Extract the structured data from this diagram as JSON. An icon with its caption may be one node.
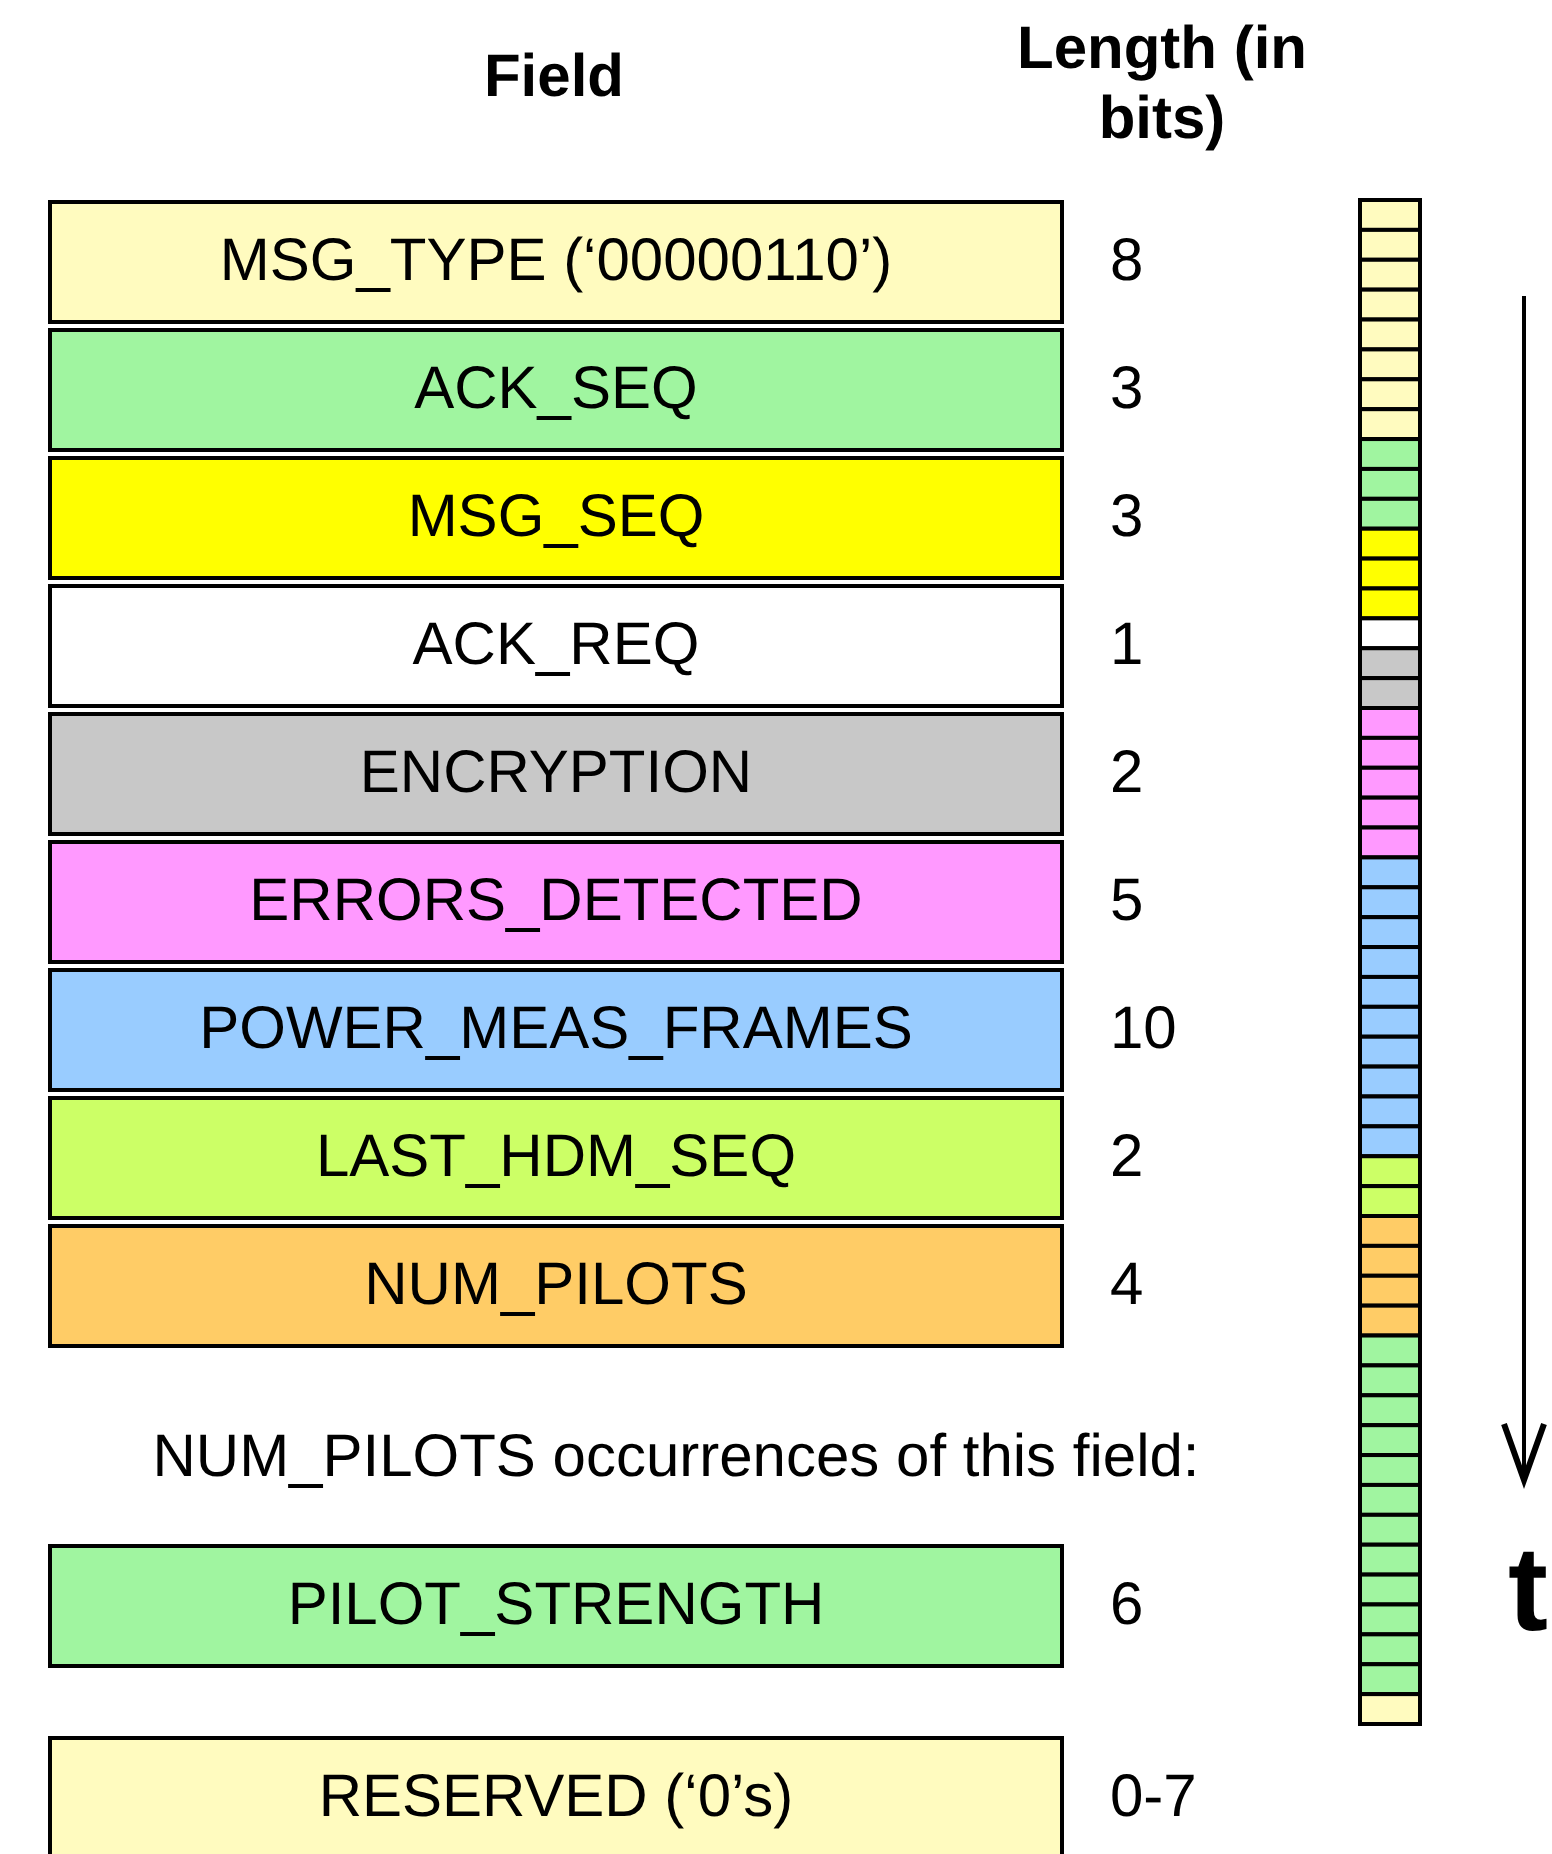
{
  "diagram": {
    "nodes": [
      {
        "text": [
          "MSG_TYPE (‘00000110’)"
        ],
        "beside": [
          "8"
        ]
      },
      {
        "text": [
          "ACK_SEQ"
        ],
        "beside": [
          "3"
        ]
      },
      {
        "text": [
          "MSG_SEQ"
        ],
        "beside": [
          "3"
        ]
      },
      {
        "text": [
          "ACK_REQ"
        ],
        "beside": [
          "1"
        ]
      },
      {
        "text": [
          "ENCRYPTION"
        ],
        "beside": [
          "2"
        ]
      },
      {
        "text": [
          "ERRORS_DETECTED"
        ],
        "beside": [
          "5"
        ]
      },
      {
        "text": [
          "POWER_MEAS_FRAMES"
        ],
        "beside": [
          "10"
        ]
      },
      {
        "text": [
          "LAST_HDM_SEQ"
        ],
        "beside": [
          "2"
        ]
      },
      {
        "text": [
          "NUM_PILOTS"
        ],
        "beside": [
          "4"
        ]
      },
      {
        "text": [
          "PILOT_STRENGTH"
        ],
        "beside": [
          "6"
        ]
      },
      {
        "text": [
          "RESERVED (‘0’s)"
        ],
        "beside": [
          "0-7"
        ]
      }
    ],
    "labels": [
      "Field",
      "Length (in bits)",
      "NUM_PILOTS occurrences of this field:",
      "t"
    ]
  }
}
